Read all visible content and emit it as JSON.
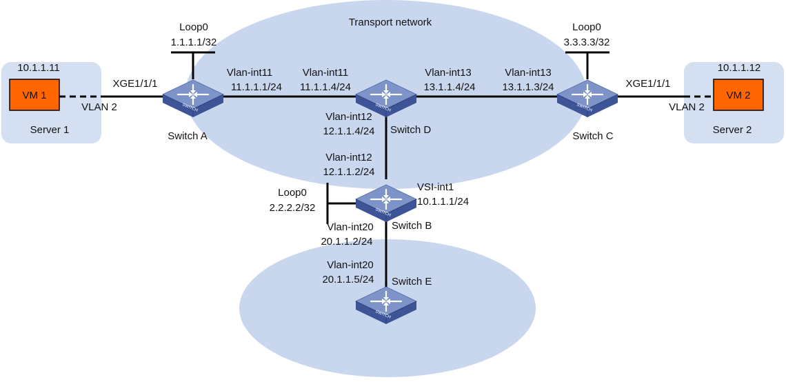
{
  "colors": {
    "cloud": "#c9d7ee",
    "server_box": "#d4dff2",
    "vm_fill": "#ff6600",
    "switch_top": "#7e94c8",
    "switch_side": "#3d5597",
    "line": "#000000"
  },
  "clouds": {
    "transport_label": "Transport network"
  },
  "servers": {
    "server1": {
      "label": "Server 1",
      "ip": "10.1.1.11",
      "vm": "VM 1",
      "port_label": "VLAN 2"
    },
    "server2": {
      "label": "Server 2",
      "ip": "10.1.1.12",
      "vm": "VM 2",
      "port_label": "VLAN 2"
    }
  },
  "switches": {
    "a": {
      "name": "Switch A",
      "icon_text": "SWITCH"
    },
    "b": {
      "name": "Switch B",
      "icon_text": "SWITCH"
    },
    "c": {
      "name": "Switch C",
      "icon_text": "SWITCH"
    },
    "d": {
      "name": "Switch D",
      "icon_text": "SWITCH"
    },
    "e": {
      "name": "Switch E",
      "icon_text": "SWITCH"
    }
  },
  "loopbacks": {
    "a": {
      "name": "Loop0",
      "ip": "1.1.1.1/32"
    },
    "b": {
      "name": "Loop0",
      "ip": "2.2.2.2/32"
    },
    "c": {
      "name": "Loop0",
      "ip": "3.3.3.3/32"
    }
  },
  "interfaces": {
    "a_xge": "XGE1/1/1",
    "c_xge": "XGE1/1/1",
    "a_vlan11": {
      "name": "Vlan-int11",
      "ip": "11.1.1.1/24"
    },
    "d_vlan11": {
      "name": "Vlan-int11",
      "ip": "11.1.1.4/24"
    },
    "d_vlan13": {
      "name": "Vlan-int13",
      "ip": "13.1.1.4/24"
    },
    "c_vlan13": {
      "name": "Vlan-int13",
      "ip": "13.1.1.3/24"
    },
    "d_vlan12": {
      "name": "Vlan-int12",
      "ip": "12.1.1.4/24"
    },
    "b_vlan12": {
      "name": "Vlan-int12",
      "ip": "12.1.1.2/24"
    },
    "b_vsi": {
      "name": "VSI-int1",
      "ip": "10.1.1.1/24"
    },
    "b_vlan20": {
      "name": "Vlan-int20",
      "ip": "20.1.1.2/24"
    },
    "e_vlan20": {
      "name": "Vlan-int20",
      "ip": "20.1.1.5/24"
    }
  }
}
